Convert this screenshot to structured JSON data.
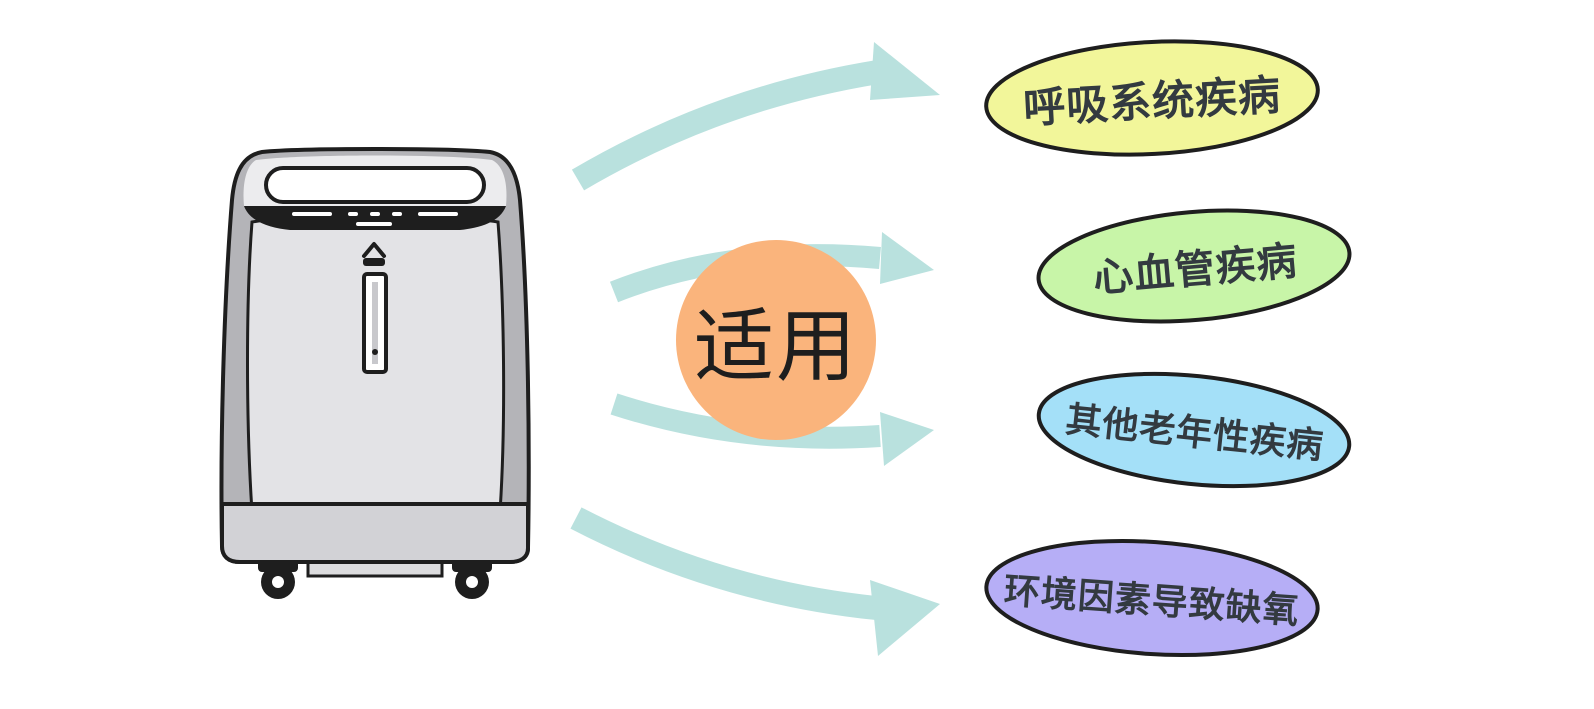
{
  "center_label": "适用",
  "device_name": "oxygen-concentrator",
  "items": [
    {
      "label": "呼吸系统疾病",
      "color": "#f2f69a"
    },
    {
      "label": "心血管疾病",
      "color": "#c8f5a8"
    },
    {
      "label": "其他老年性疾病",
      "color": "#a4e0f8"
    },
    {
      "label": "环境因素导致缺氧",
      "color": "#b6aef6"
    }
  ],
  "colors": {
    "arrow": "#b9e1de",
    "center_circle": "#fab47c",
    "outline": "#1e1e1e",
    "device_body": "#e3e3e6",
    "device_side": "#b4b4b8"
  }
}
